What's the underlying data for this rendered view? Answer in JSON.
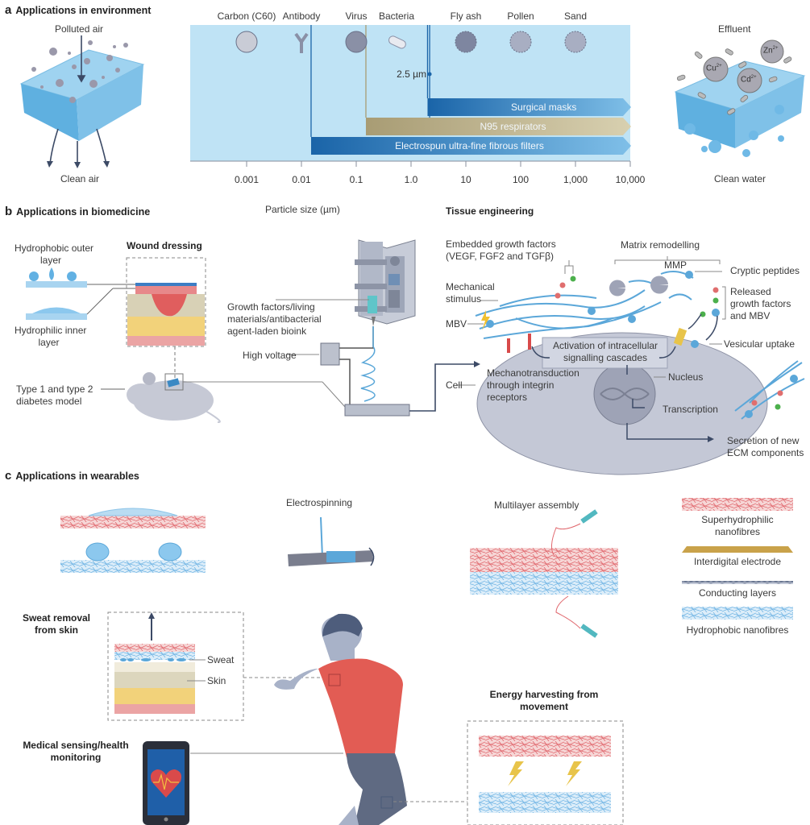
{
  "panels": {
    "a": {
      "letter": "a",
      "title": "Applications in environment",
      "polluted_air": "Polluted air",
      "clean_air": "Clean air",
      "effluent": "Effluent",
      "clean_water": "Clean water",
      "ions": [
        "Cu",
        "Zn",
        "Cd"
      ],
      "ion_charge": "2+",
      "marker_label": "2.5 µm",
      "xlabel": "Particle size (µm)"
    },
    "b": {
      "letter": "b",
      "title": "Applications in biomedicine",
      "wound_dressing": "Wound dressing",
      "hydrophobic_outer": [
        "Hydrophobic outer",
        "layer"
      ],
      "hydrophilic_inner": [
        "Hydrophilic inner",
        "layer"
      ],
      "diabetes_model": [
        "Type 1 and type 2",
        "diabetes model"
      ],
      "bioink": [
        "Growth factors/living",
        "materials/antibacterial",
        "agent-laden bioink"
      ],
      "high_voltage": "High voltage",
      "tissue_engineering": "Tissue engineering",
      "embedded_growth": [
        "Embedded growth factors",
        "(VEGF, FGF2 and TGFβ)"
      ],
      "matrix_remodelling": "Matrix remodelling",
      "mmp": "MMP",
      "cryptic_peptides": "Cryptic peptides",
      "mechanical_stimulus": [
        "Mechanical",
        "stimulus"
      ],
      "released": [
        "Released",
        "growth factors",
        "and MBV"
      ],
      "mbv": "MBV",
      "activation": [
        "Activation of intracellular",
        "signalling cascades"
      ],
      "vesicular_uptake": "Vesicular uptake",
      "cell": "Cell",
      "mechanotransduction": [
        "Mechanotransduction",
        "through integrin",
        "receptors"
      ],
      "nucleus": "Nucleus",
      "transcription": "Transcription",
      "secretion": [
        "Secretion of new",
        "ECM components"
      ]
    },
    "c": {
      "letter": "c",
      "title": "Applications in wearables",
      "electrospinning": "Electrospinning",
      "multilayer": "Multilayer assembly",
      "legend": [
        {
          "label": [
            "Superhydrophilic",
            "nanofibres"
          ],
          "color": "#e0666c"
        },
        {
          "label": [
            "Interdigital electrode"
          ],
          "color": "#c9a24a"
        },
        {
          "label": [
            "Conducting layers"
          ],
          "color": "#4a5a78"
        },
        {
          "label": [
            "Hydrophobic nanofibres"
          ],
          "color": "#8cc4e8"
        }
      ],
      "sweat_removal": [
        "Sweat removal",
        "from skin"
      ],
      "sweat": "Sweat",
      "skin": "Skin",
      "medical_sensing": [
        "Medical sensing/health",
        "monitoring"
      ],
      "energy_harvesting": [
        "Energy harvesting from",
        "movement"
      ]
    }
  },
  "chart_data": {
    "type": "bar",
    "title": "Applications in environment",
    "xlabel": "Particle size (µm)",
    "ylabel": "",
    "xscale": "log",
    "xlim": [
      0.0001,
      10000
    ],
    "ticks": [
      {
        "value": 0.001,
        "label": "0.001"
      },
      {
        "value": 0.01,
        "label": "0.01"
      },
      {
        "value": 0.1,
        "label": "0.1"
      },
      {
        "value": 1.0,
        "label": "1.0"
      },
      {
        "value": 10,
        "label": "10"
      },
      {
        "value": 100,
        "label": "100"
      },
      {
        "value": 1000,
        "label": "1,000"
      },
      {
        "value": 10000,
        "label": "10,000"
      }
    ],
    "particle_categories": [
      {
        "name": "Carbon (C60)",
        "size": 0.001
      },
      {
        "name": "Antibody",
        "size": 0.01
      },
      {
        "name": "Virus",
        "size": 0.1
      },
      {
        "name": "Bacteria",
        "size": 1.0
      },
      {
        "name": "Fly ash",
        "size": 10
      },
      {
        "name": "Pollen",
        "size": 100
      },
      {
        "name": "Sand",
        "size": 1000
      }
    ],
    "series": [
      {
        "name": "Surgical masks",
        "min": 2.0,
        "max": 10000,
        "color": "#1f6fae"
      },
      {
        "name": "N95 respirators",
        "min": 0.15,
        "max": 10000,
        "color": "#a89c74"
      },
      {
        "name": "Electrospun ultra-fine fibrous filters",
        "min": 0.015,
        "max": 10000,
        "color": "#1f6fae"
      }
    ],
    "marker": {
      "label": "2.5 µm",
      "value": 2.5
    },
    "grid": false,
    "background_color": "#bfe3f5"
  }
}
